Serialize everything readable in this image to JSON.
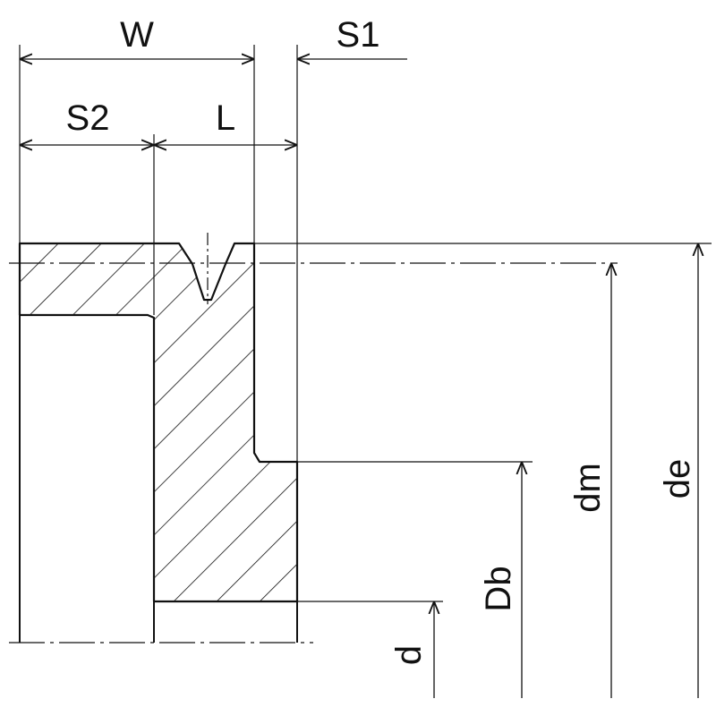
{
  "labels": {
    "W": "W",
    "S1": "S1",
    "S2": "S2",
    "L": "L",
    "d": "d",
    "Db": "Db",
    "dm": "dm",
    "de": "de"
  },
  "colors": {
    "line": "#111111",
    "background": "#ffffff"
  }
}
